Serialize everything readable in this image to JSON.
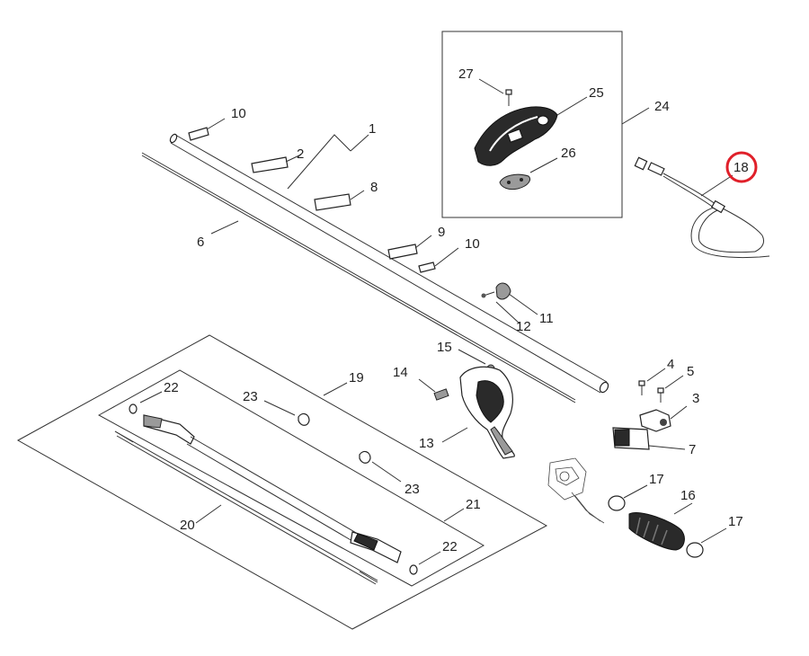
{
  "callouts": {
    "c1": "1",
    "c2": "2",
    "c3": "3",
    "c4": "4",
    "c5": "5",
    "c6": "6",
    "c7": "7",
    "c8": "8",
    "c9": "9",
    "c10a": "10",
    "c10b": "10",
    "c11": "11",
    "c12": "12",
    "c13": "13",
    "c14": "14",
    "c15": "15",
    "c16": "16",
    "c17a": "17",
    "c17b": "17",
    "c18": "18",
    "c19": "19",
    "c20": "20",
    "c21": "21",
    "c22a": "22",
    "c22b": "22",
    "c23a": "23",
    "c23b": "23",
    "c24": "24",
    "c25": "25",
    "c26": "26",
    "c27": "27"
  },
  "highlight": {
    "callout": "18",
    "color": "#e0202a"
  }
}
